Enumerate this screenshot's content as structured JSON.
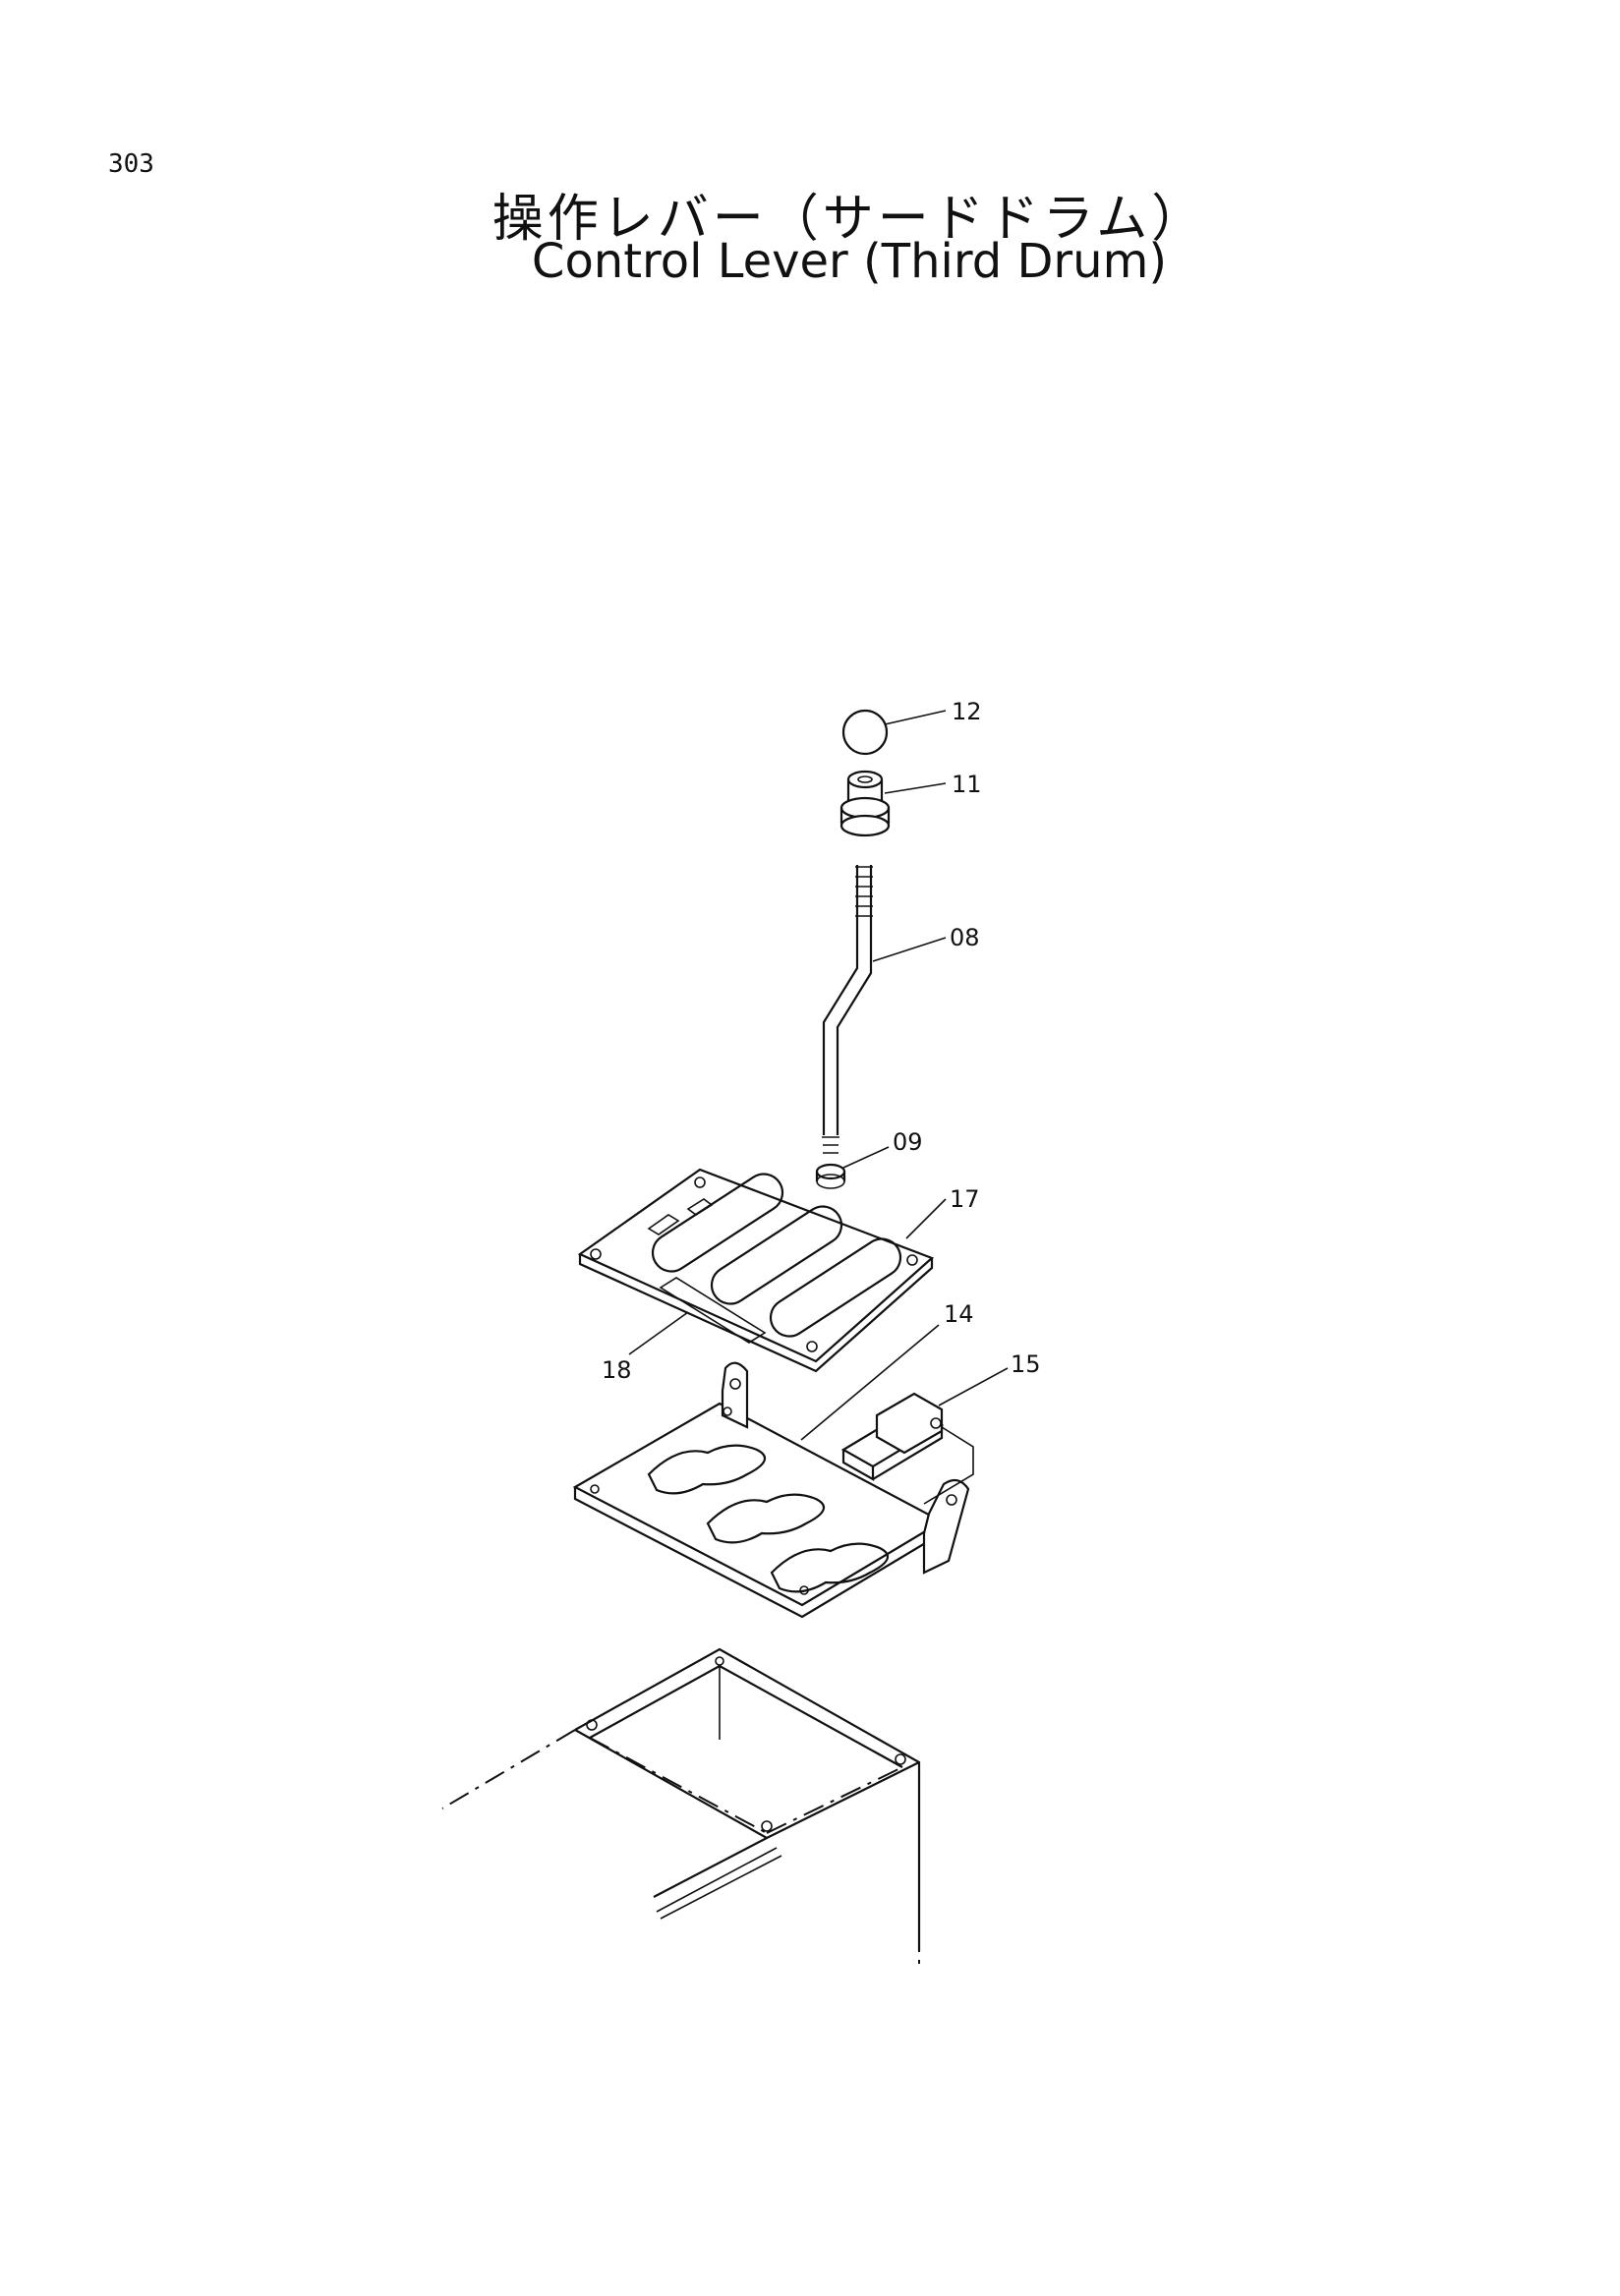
{
  "header": {
    "page_number": "303",
    "title_jp": "操作レバー（サードドラム）",
    "title_en": "Control Lever (Third Drum)"
  },
  "callouts": [
    {
      "id": "12",
      "label": "12"
    },
    {
      "id": "11",
      "label": "11"
    },
    {
      "id": "08",
      "label": "08"
    },
    {
      "id": "09",
      "label": "09"
    },
    {
      "id": "17",
      "label": "17"
    },
    {
      "id": "14",
      "label": "14"
    },
    {
      "id": "15",
      "label": "15"
    },
    {
      "id": "18",
      "label": "18"
    }
  ]
}
